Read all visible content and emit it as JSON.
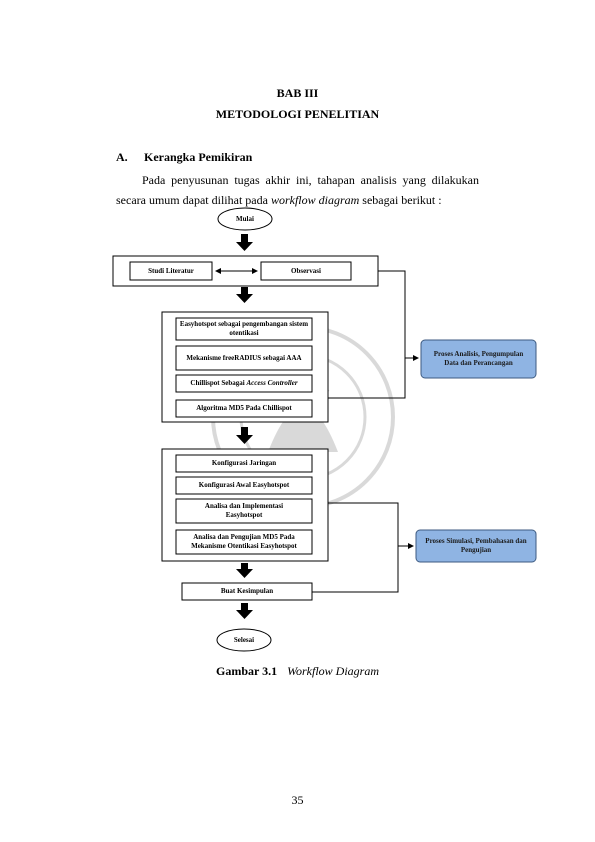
{
  "chapter": {
    "number": "BAB III",
    "title": "METODOLOGI PENELITIAN"
  },
  "section": {
    "number": "A.",
    "title": "Kerangka Pemikiran"
  },
  "paragraph": {
    "before_italic": "Pada penyusunan tugas akhir ini, tahapan analisis yang dilakukan secara umum dapat dilihat pada ",
    "italic": "workflow diagram",
    "after_italic": " sebagai berikut :"
  },
  "diagram": {
    "start": "Mulai",
    "group1": {
      "left": "Studi Literatur",
      "right": "Observasi"
    },
    "group2": [
      "Easyhotspot sebagai pengembangan sistem otentikasi",
      "Mekanisme freeRADIUS sebagai AAA",
      "Chillispot Sebagai",
      "Algoritma MD5 Pada Chillispot"
    ],
    "group2_italic": "Access Controller",
    "group3": [
      "Konfigurasi Jaringan",
      "Konfigurasi Awal Easyhotspot",
      "Analisa dan Implementasi Easyhotspot",
      "Analisa dan Pengujian MD5 Pada Mekanisme Otentikasi Easyhotspot"
    ],
    "conclusion": "Buat Kesimpulan",
    "end": "Selesai",
    "side1": "Proses Analisis, Pengumpulan Data dan Perancangan",
    "side2": "Proses Simulasi, Pembahasan dan Pengujian",
    "side_color": "#8fb4e3"
  },
  "caption": {
    "label": "Gambar 3.1",
    "text": "Workflow Diagram"
  },
  "page_number": "35"
}
